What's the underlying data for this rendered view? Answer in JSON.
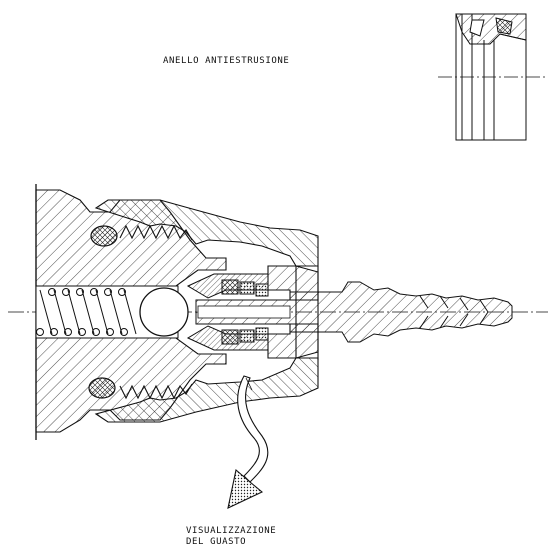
{
  "labels": {
    "anti_extrusion_ring": "ANELLO ANTIESTRUSIONE",
    "fault_display_line1": "VISUALIZZAZIONE",
    "fault_display_line2": "DEL GUASTO"
  },
  "colors": {
    "ink": "#111111",
    "background": "#ffffff"
  }
}
